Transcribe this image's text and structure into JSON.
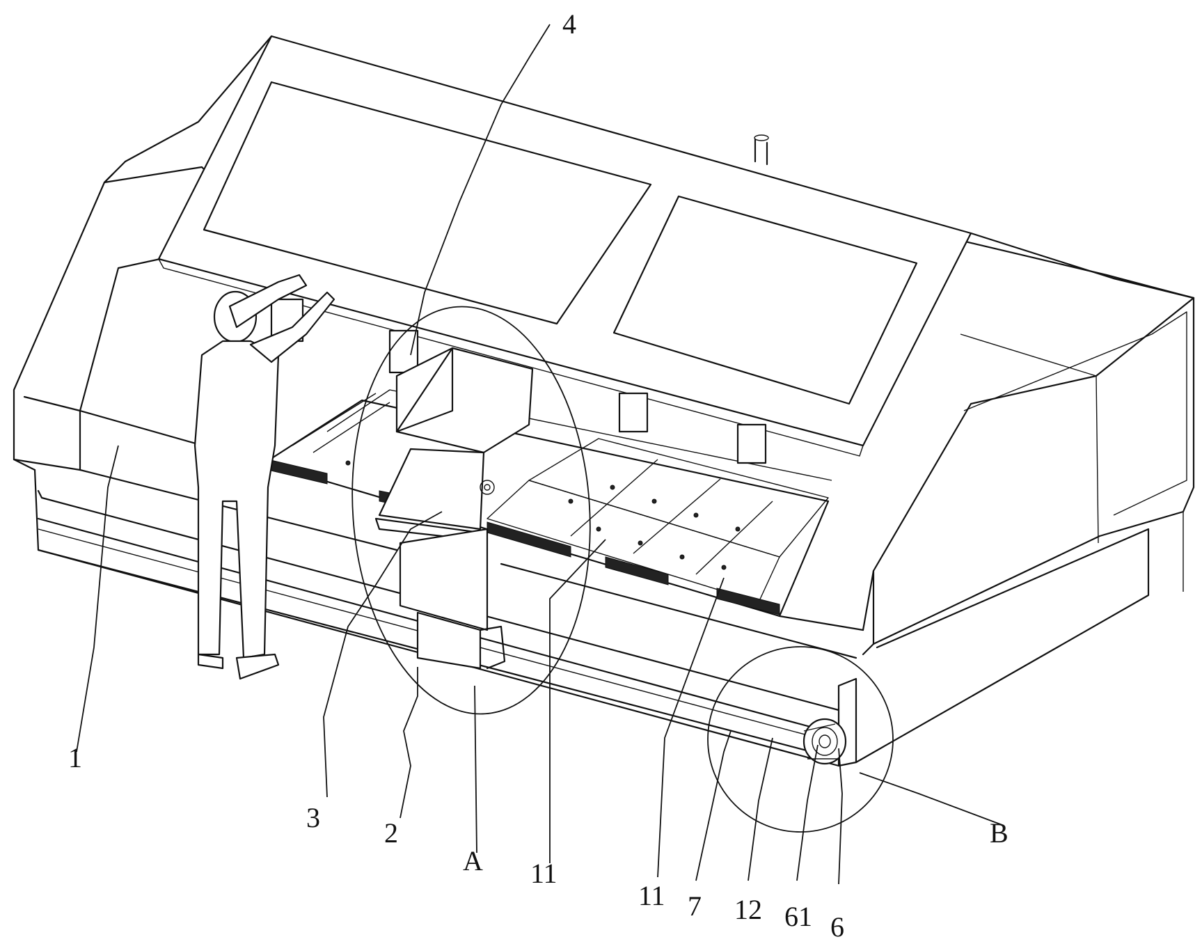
{
  "labels": {
    "l1": "1",
    "l2": "2",
    "l3": "3",
    "l4": "4",
    "lA": "A",
    "lB": "B",
    "l11a": "11",
    "l11b": "11",
    "l7": "7",
    "l12": "12",
    "l61": "61",
    "l6": "6"
  }
}
